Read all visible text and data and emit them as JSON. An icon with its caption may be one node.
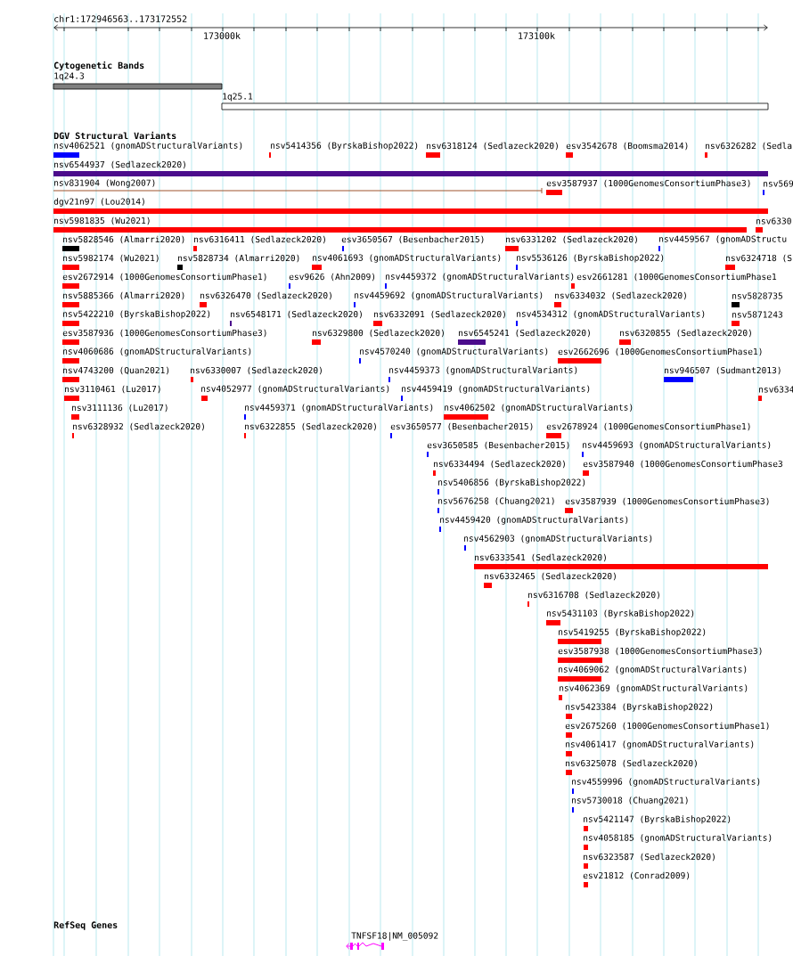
{
  "diagram": {
    "nodes": [
      {
        "text": [
          "1q24.3"
        ]
      },
      {
        "text": [
          "1q25.1"
        ]
      },
      {
        "text": [
          "nsv4062521 (gnomADStructuralVariants)"
        ]
      },
      {
        "text": [
          "nsv5414356 (ByrskaBishop2022)"
        ]
      },
      {
        "text": [
          "nsv6318124 (Sedlazeck2020)"
        ]
      },
      {
        "text": [
          "esv3542678 (Boomsma2014)"
        ]
      },
      {
        "text": [
          "nsv6326282 (Sedla"
        ]
      },
      {
        "text": [
          "nsv6544937 (Sedlazeck2020)"
        ]
      },
      {
        "text": [
          "nsv831904 (Wong2007)"
        ]
      },
      {
        "text": [
          "esv3587937 (1000GenomesConsortiumPhase3)"
        ]
      },
      {
        "text": [
          "nsv569"
        ]
      },
      {
        "text": [
          "dgv21n97 (Lou2014)"
        ]
      },
      {
        "text": [
          "nsv5981835 (Wu2021)"
        ]
      },
      {
        "text": [
          "nsv6330"
        ]
      },
      {
        "text": [
          "nsv5828546 (Almarri2020)"
        ]
      },
      {
        "text": [
          "nsv6316411 (Sedlazeck2020)"
        ]
      },
      {
        "text": [
          "esv3650567 (Besenbacher2015)"
        ]
      },
      {
        "text": [
          "nsv6331202 (Sedlazeck2020)"
        ]
      },
      {
        "text": [
          "nsv4459567 (gnomADStructu"
        ]
      },
      {
        "text": [
          "nsv5982174 (Wu2021)"
        ]
      },
      {
        "text": [
          "nsv5828734 (Almarri2020)"
        ]
      },
      {
        "text": [
          "nsv4061693 (gnomADStructuralVariants)"
        ]
      },
      {
        "text": [
          "nsv5536126 (ByrskaBishop2022)"
        ]
      },
      {
        "text": [
          "nsv6324718 (S"
        ]
      },
      {
        "text": [
          "esv2672914 (1000GenomesConsortiumPhase1)"
        ]
      },
      {
        "text": [
          "esv9626 (Ahn2009)"
        ]
      },
      {
        "text": [
          "nsv4459372 (gnomADStructuralVariants)"
        ]
      },
      {
        "text": [
          "esv2661281 (1000GenomesConsortiumPhase1"
        ]
      },
      {
        "text": [
          "nsv5885366 (Almarri2020)"
        ]
      },
      {
        "text": [
          "nsv6326470 (Sedlazeck2020)"
        ]
      },
      {
        "text": [
          "nsv4459692 (gnomADStructuralVariants)"
        ]
      },
      {
        "text": [
          "nsv6334032 (Sedlazeck2020)"
        ]
      },
      {
        "text": [
          "nsv5828735"
        ]
      },
      {
        "text": [
          "nsv5422210 (ByrskaBishop2022)"
        ]
      },
      {
        "text": [
          "nsv6548171 (Sedlazeck2020)"
        ]
      },
      {
        "text": [
          "nsv6332091 (Sedlazeck2020)"
        ]
      },
      {
        "text": [
          "nsv4534312 (gnomADStructuralVariants)"
        ]
      },
      {
        "text": [
          "nsv5871243"
        ]
      },
      {
        "text": [
          "esv3587936 (1000GenomesConsortiumPhase3)"
        ]
      },
      {
        "text": [
          "nsv6329800 (Sedlazeck2020)"
        ]
      },
      {
        "text": [
          "nsv6545241 (Sedlazeck2020)"
        ]
      },
      {
        "text": [
          "nsv6320855 (Sedlazeck2020)"
        ]
      },
      {
        "text": [
          "nsv4060686 (gnomADStructuralVariants)"
        ]
      },
      {
        "text": [
          "nsv4570240 (gnomADStructuralVariants)"
        ]
      },
      {
        "text": [
          "esv2662696 (1000GenomesConsortiumPhase1)"
        ]
      },
      {
        "text": [
          "nsv4743200 (Quan2021)"
        ]
      },
      {
        "text": [
          "nsv6330007 (Sedlazeck2020)"
        ]
      },
      {
        "text": [
          "nsv4459373 (gnomADStructuralVariants)"
        ]
      },
      {
        "text": [
          "nsv946507 (Sudmant2013)"
        ]
      },
      {
        "text": [
          "nsv3110461 (Lu2017)"
        ]
      },
      {
        "text": [
          "nsv4052977 (gnomADStructuralVariants)"
        ]
      },
      {
        "text": [
          "nsv4459419 (gnomADStructuralVariants)"
        ]
      },
      {
        "text": [
          "nsv6334"
        ]
      },
      {
        "text": [
          "nsv3111136 (Lu2017)"
        ]
      },
      {
        "text": [
          "nsv4459371 (gnomADStructuralVariants)"
        ]
      },
      {
        "text": [
          "nsv4062502 (gnomADStructuralVariants)"
        ]
      },
      {
        "text": [
          "nsv6328932 (Sedlazeck2020)"
        ]
      },
      {
        "text": [
          "nsv6322855 (Sedlazeck2020)"
        ]
      },
      {
        "text": [
          "esv3650577 (Besenbacher2015)"
        ]
      },
      {
        "text": [
          "esv2678924 (1000GenomesConsortiumPhase1)"
        ]
      },
      {
        "text": [
          "esv3650585 (Besenbacher2015)"
        ]
      },
      {
        "text": [
          "nsv4459693 (gnomADStructuralVariants)"
        ]
      },
      {
        "text": [
          "nsv6334494 (Sedlazeck2020)"
        ]
      },
      {
        "text": [
          "esv3587940 (1000GenomesConsortiumPhase3"
        ]
      },
      {
        "text": [
          "nsv5406856 (ByrskaBishop2022)"
        ]
      },
      {
        "text": [
          "nsv5676258 (Chuang2021)"
        ]
      },
      {
        "text": [
          "esv3587939 (1000GenomesConsortiumPhase3)"
        ]
      },
      {
        "text": [
          "nsv4459420 (gnomADStructuralVariants)"
        ]
      },
      {
        "text": [
          "nsv4562903 (gnomADStructuralVariants)"
        ]
      },
      {
        "text": [
          "nsv6333541 (Sedlazeck2020)"
        ]
      },
      {
        "text": [
          "nsv6332465 (Sedlazeck2020)"
        ]
      },
      {
        "text": [
          "nsv6316708 (Sedlazeck2020)"
        ]
      },
      {
        "text": [
          "nsv5431103 (ByrskaBishop2022)"
        ]
      },
      {
        "text": [
          "nsv5419255 (ByrskaBishop2022)"
        ]
      },
      {
        "text": [
          "esv3587938 (1000GenomesConsortiumPhase3)"
        ]
      },
      {
        "text": [
          "nsv4069062 (gnomADStructuralVariants)"
        ]
      },
      {
        "text": [
          "nsv4062369 (gnomADStructuralVariants)"
        ]
      },
      {
        "text": [
          "nsv5423384 (ByrskaBishop2022)"
        ]
      },
      {
        "text": [
          "esv2675260 (1000GenomesConsortiumPhase1)"
        ]
      },
      {
        "text": [
          "nsv4061417 (gnomADStructuralVariants)"
        ]
      },
      {
        "text": [
          "nsv6325078 (Sedlazeck2020)"
        ]
      },
      {
        "text": [
          "nsv4559996 (gnomADStructuralVariants)"
        ]
      },
      {
        "text": [
          "nsv5730018 (Chuang2021)"
        ]
      },
      {
        "text": [
          "nsv5421147 (ByrskaBishop2022)"
        ]
      },
      {
        "text": [
          "nsv4058185 (gnomADStructuralVariants)"
        ]
      },
      {
        "text": [
          "nsv6323587 (Sedlazeck2020)"
        ]
      },
      {
        "text": [
          "esv21812 (Conrad2009)"
        ]
      },
      {
        "text": [
          "TNFSF18|NM_005092"
        ]
      }
    ],
    "labels": [
      "chr1:172946563..173172552",
      "173000k",
      "173100k",
      "Cytogenetic Bands",
      "DGV Structural Variants",
      "RefSeq Genes"
    ]
  }
}
